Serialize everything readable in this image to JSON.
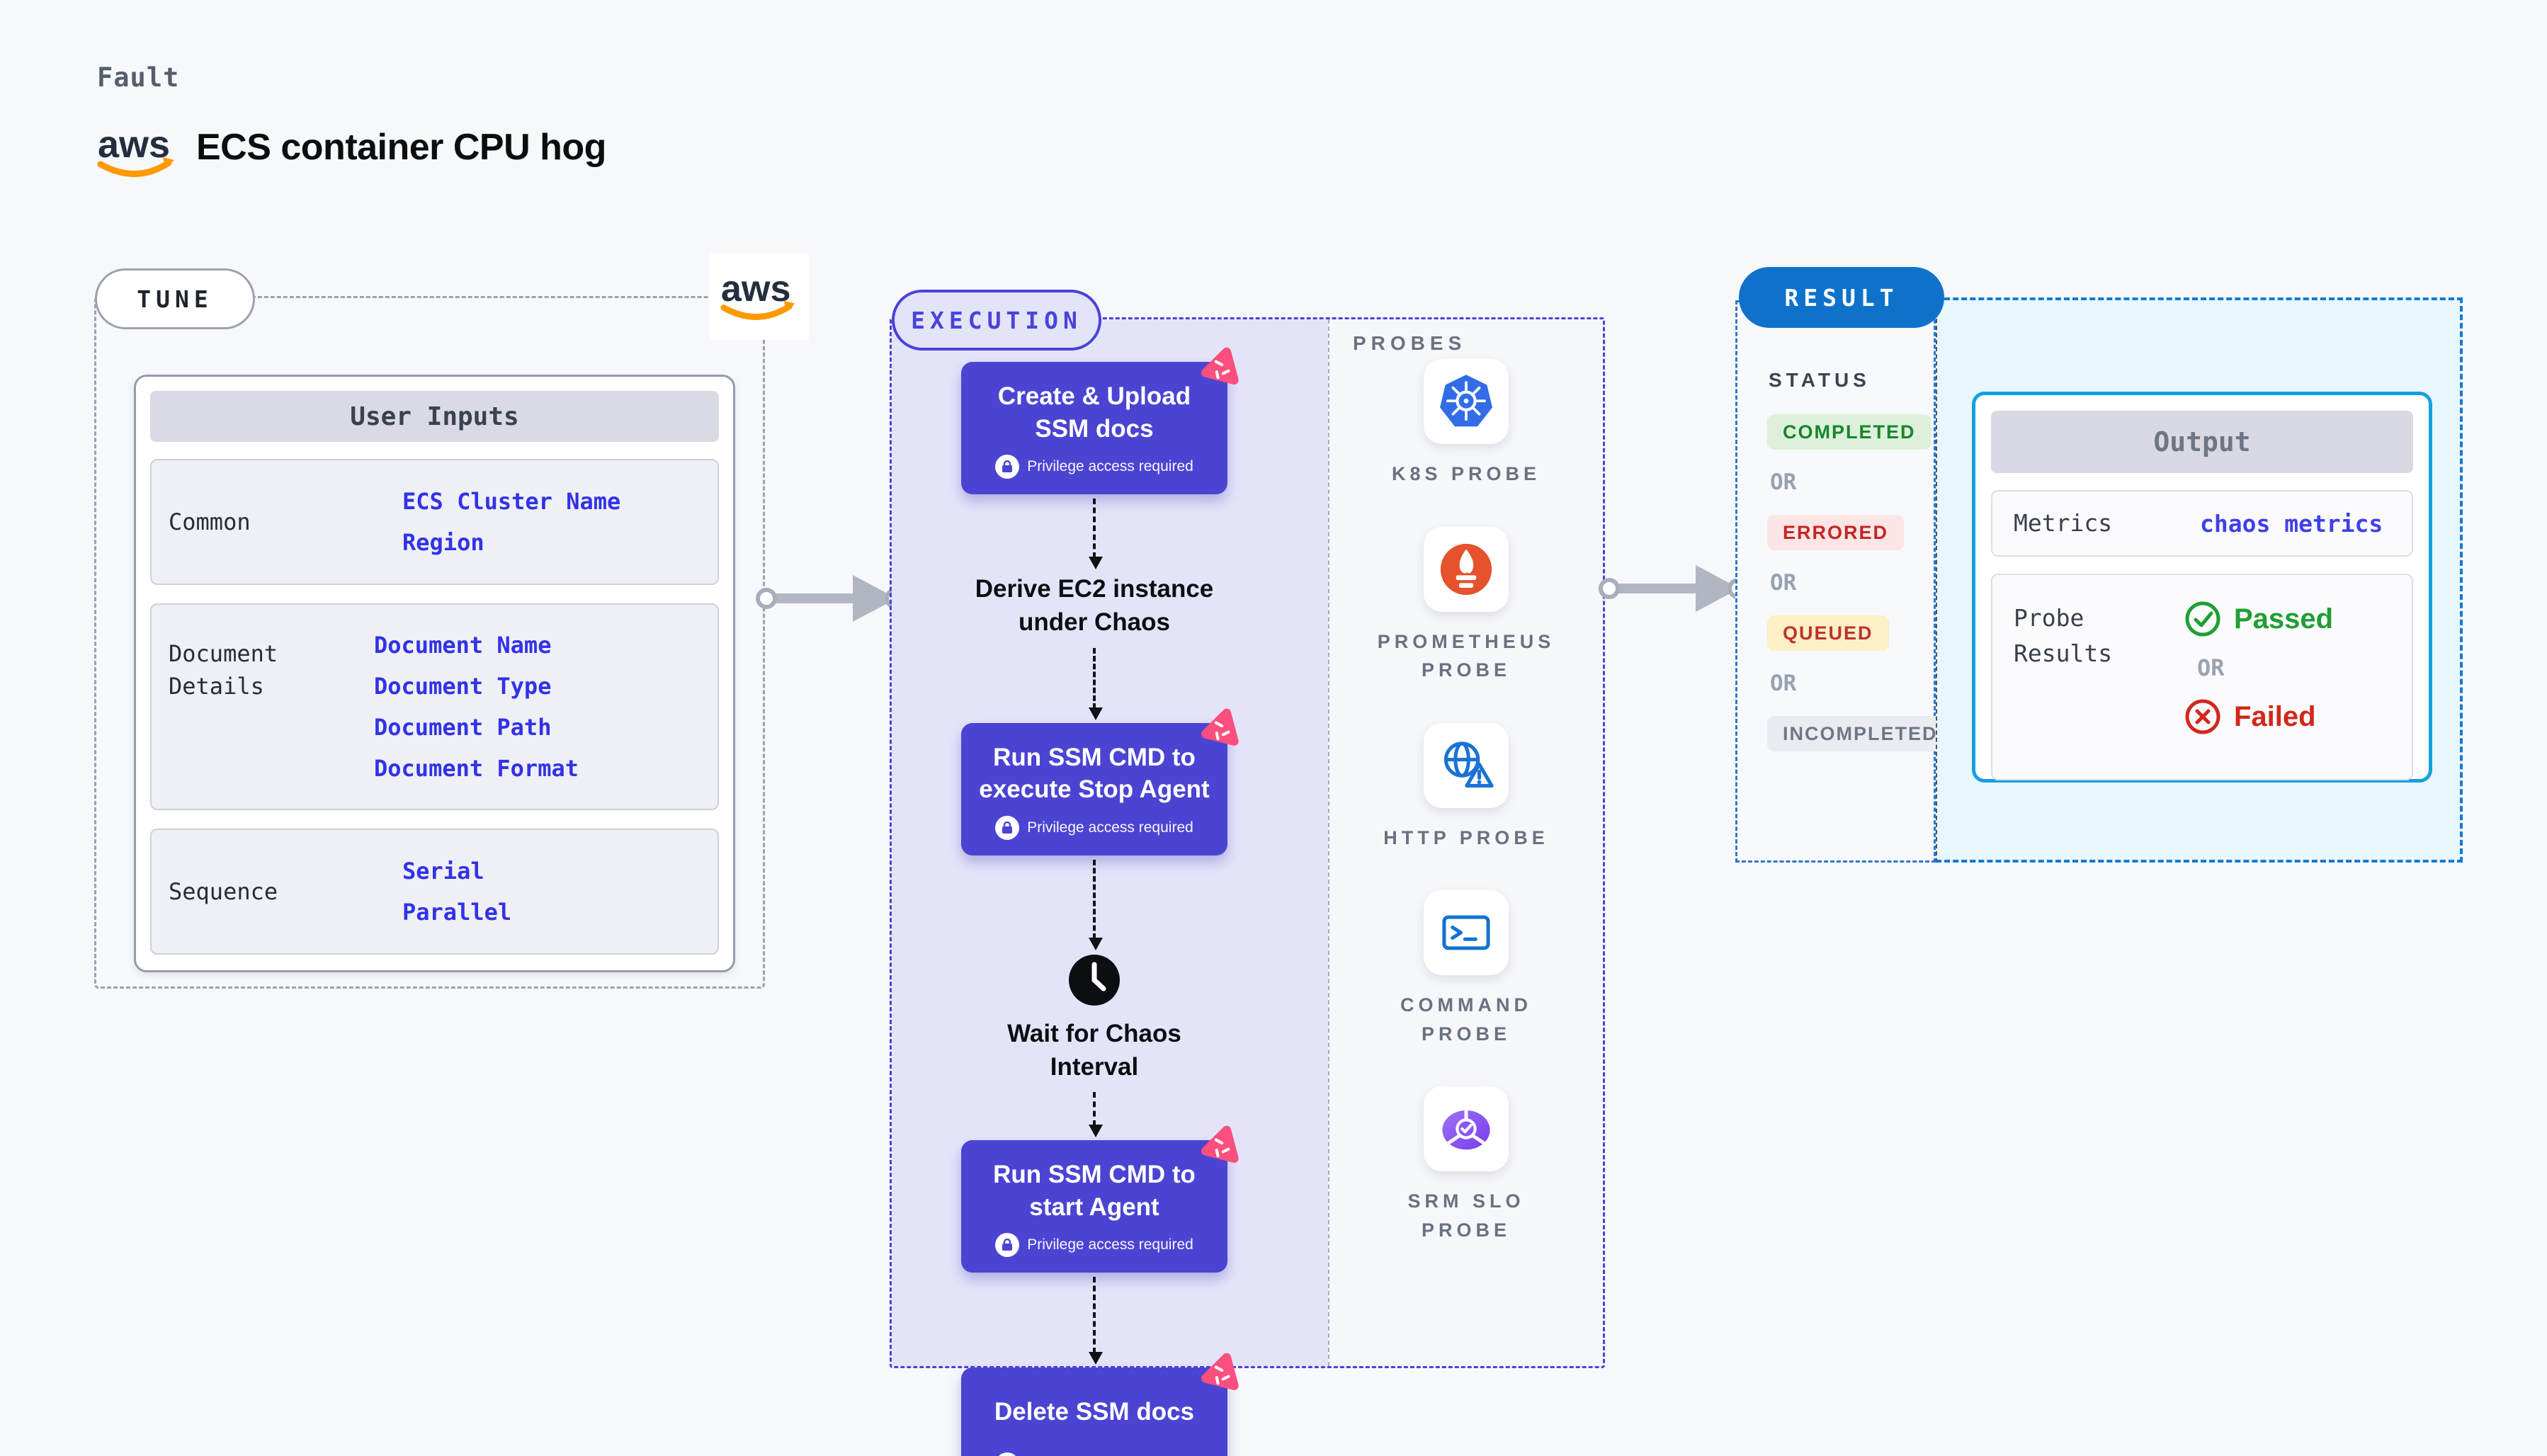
{
  "header": {
    "kicker": "Fault",
    "title": "ECS container CPU hog",
    "logo_text": "aws"
  },
  "tune": {
    "label": "TUNE",
    "user_inputs": {
      "title": "User Inputs",
      "rows": [
        {
          "label": "Common",
          "values": [
            "ECS Cluster Name",
            "Region"
          ]
        },
        {
          "label": "Document Details",
          "values": [
            "Document Name",
            "Document Type",
            "Document Path",
            "Document Format"
          ]
        },
        {
          "label": "Sequence",
          "values": [
            "Serial",
            "Parallel"
          ]
        }
      ]
    }
  },
  "execution": {
    "label": "EXECUTION",
    "privilege_note": "Privilege access required",
    "steps": [
      {
        "type": "card",
        "title": "Create & Upload SSM docs"
      },
      {
        "type": "text",
        "title": "Derive EC2 instance under Chaos"
      },
      {
        "type": "card",
        "title": "Run SSM CMD to execute Stop Agent"
      },
      {
        "type": "wait",
        "title": "Wait for Chaos Interval"
      },
      {
        "type": "card",
        "title": "Run SSM CMD to start Agent"
      },
      {
        "type": "card",
        "title": "Delete SSM docs"
      }
    ],
    "probes": {
      "heading": "PROBES",
      "items": [
        {
          "name": "K8S PROBE",
          "icon": "kubernetes-icon"
        },
        {
          "name": "PROMETHEUS PROBE",
          "icon": "prometheus-icon"
        },
        {
          "name": "HTTP PROBE",
          "icon": "globe-warning-icon"
        },
        {
          "name": "COMMAND PROBE",
          "icon": "terminal-icon"
        },
        {
          "name": "SRM SLO PROBE",
          "icon": "slo-gauge-icon"
        }
      ]
    }
  },
  "result": {
    "label": "RESULT",
    "status_heading": "STATUS",
    "or_label": "OR",
    "statuses": [
      {
        "text": "COMPLETED",
        "fg": "#18862b",
        "bg": "#def0dc"
      },
      {
        "text": "ERRORED",
        "fg": "#c52525",
        "bg": "#fbe5e5"
      },
      {
        "text": "QUEUED",
        "fg": "#c22f2f",
        "bg": "#fcf0c5"
      },
      {
        "text": "INCOMPLETED",
        "fg": "#6f7787",
        "bg": "#ebecf1"
      }
    ],
    "output": {
      "title": "Output",
      "metrics_label": "Metrics",
      "metrics_value": "chaos metrics",
      "probe_results_label": "Probe Results",
      "passed": "Passed",
      "failed": "Failed"
    }
  },
  "colors": {
    "indigo_dash": "#4a43d9",
    "step_card": "#4b44d3",
    "result_blue": "#0e72cb",
    "cyan_border": "#14a0df",
    "cyan_bg": "#e8f6fd",
    "value_blue": "#3232e6",
    "green": "#1f9e34",
    "red": "#d2271c",
    "aws_orange": "#ff9900",
    "pink_badge": "#fb4f7d"
  }
}
